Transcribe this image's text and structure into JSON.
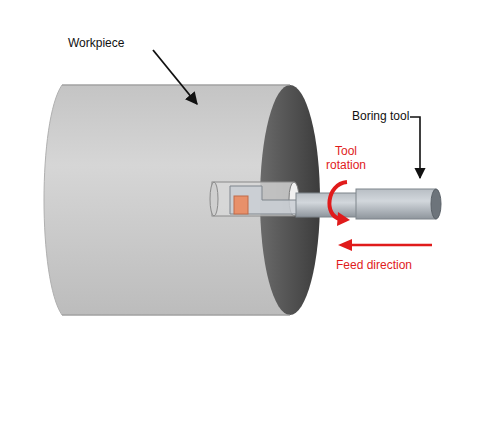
{
  "diagram": {
    "labels": [
      "Workpiece",
      "Boring tool",
      "Tool rotation",
      "Feed direction"
    ]
  }
}
